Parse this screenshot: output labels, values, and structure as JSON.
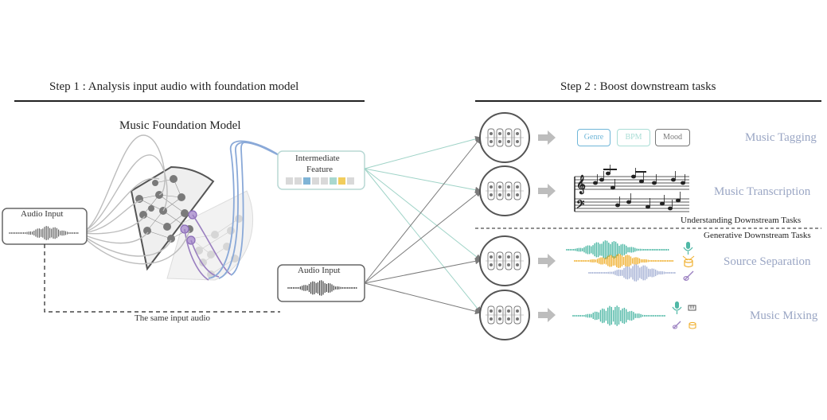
{
  "step1": {
    "title": "Step 1 : Analysis input audio with foundation model"
  },
  "step2": {
    "title": "Step 2 : Boost downstream tasks"
  },
  "model": {
    "title": "Music Foundation Model"
  },
  "audio_input_left": {
    "label": "Audio Input"
  },
  "intermediate_feature": {
    "label_line1": "Intermediate",
    "label_line2": "Feature",
    "cell_colors": [
      "#d9d9d9",
      "#d9d9d9",
      "#7fb4d6",
      "#d9d9d9",
      "#d9d9d9",
      "#a9d8cf",
      "#f2cd5c",
      "#d9d9d9"
    ]
  },
  "audio_input_right": {
    "label": "Audio Input"
  },
  "same_input_caption": "The same input audio",
  "tags": [
    {
      "label": "Genre",
      "color": "#6fb6d8"
    },
    {
      "label": "BPM",
      "color": "#a9ddd5"
    },
    {
      "label": "Mood",
      "color": "#777777"
    }
  ],
  "tasks": [
    {
      "label": "Music Tagging"
    },
    {
      "label": "Music Transcription"
    },
    {
      "label": "Source Separation"
    },
    {
      "label": "Music Mixing"
    }
  ],
  "categories": {
    "understanding": "Understanding Downstream Tasks",
    "generative": "Generative Downstream Tasks"
  },
  "colors": {
    "teal": "#4fb8a6",
    "orange": "#f0b030",
    "purple": "#9a7fc0",
    "blue_line": "#8aa9d8",
    "gray_line": "#8a8a8a",
    "task_text": "#9aa6c4"
  },
  "icons": [
    "microphone-icon",
    "drum-icon",
    "guitar-icon",
    "piano-icon"
  ]
}
